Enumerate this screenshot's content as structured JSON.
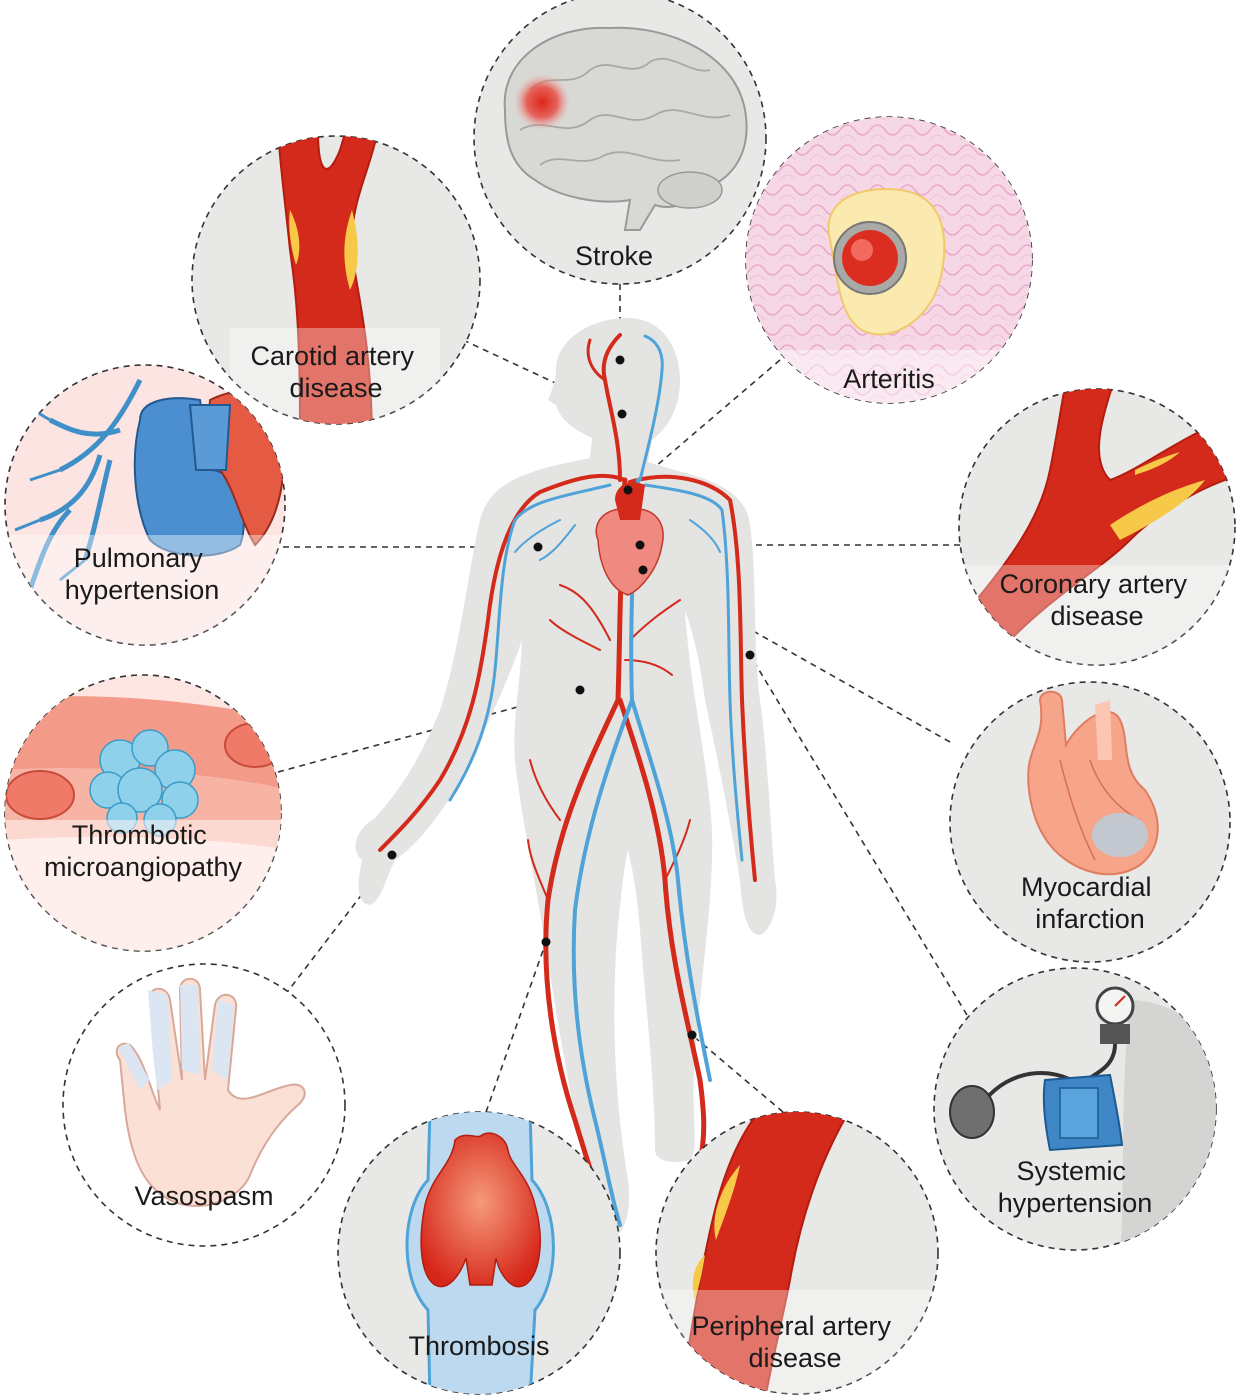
{
  "labels": {
    "stroke": [
      "Stroke"
    ],
    "carotid": [
      "Carotid artery",
      "disease"
    ],
    "arteritis": [
      "Arteritis"
    ],
    "coronary": [
      "Coronary artery",
      "disease"
    ],
    "pulmonary": [
      "Pulmonary",
      "hypertension"
    ],
    "thrombotic": [
      "Thrombotic",
      "microangiopathy"
    ],
    "myocardial": [
      "Myocardial",
      "infarction"
    ],
    "vasospasm": [
      "Vasospasm"
    ],
    "systemic": [
      "Systemic",
      "hypertension"
    ],
    "thrombosis": [
      "Thrombosis"
    ],
    "peripheral": [
      "Peripheral artery",
      "disease"
    ]
  },
  "colors": {
    "artery": "#d42a1b",
    "vein": "#4fa3d8",
    "plaque": "#f7c948",
    "body": "#e4e4e2"
  }
}
